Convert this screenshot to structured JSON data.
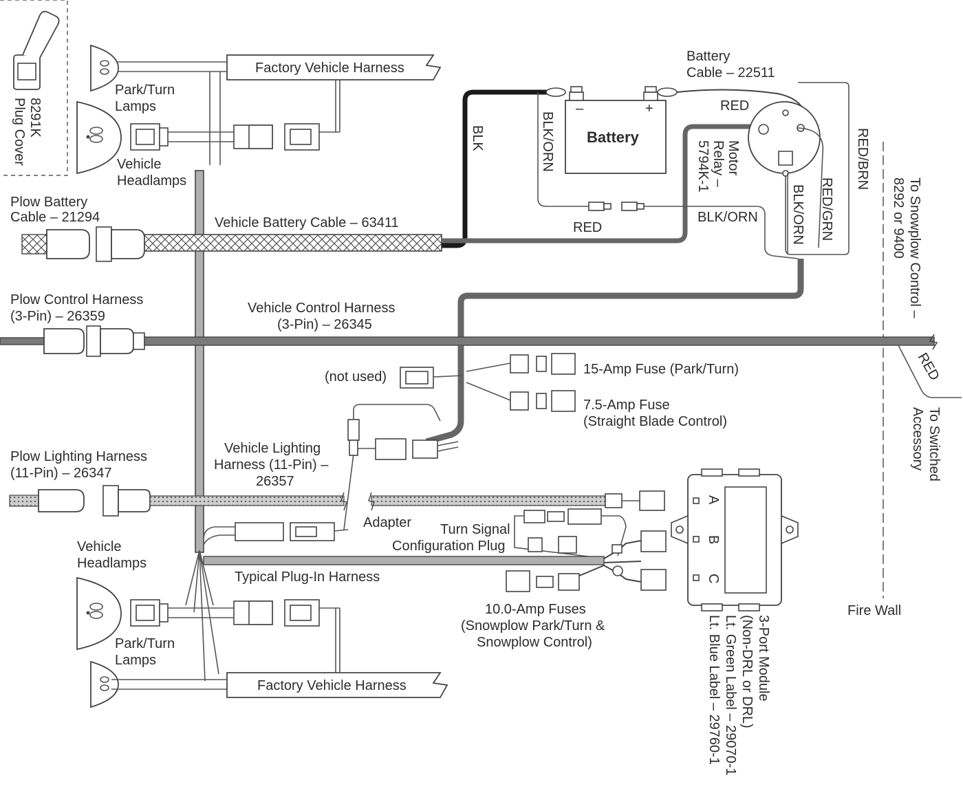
{
  "labels": {
    "plug_cover_id": "8291K",
    "plug_cover_name": "Plug Cover",
    "factory_harness_top": "Factory Vehicle Harness",
    "park_turn_lamps_top_1": "Park/Turn",
    "park_turn_lamps_top_2": "Lamps",
    "vehicle_headlamps_top_1": "Vehicle",
    "vehicle_headlamps_top_2": "Headlamps",
    "battery_cable_1": "Battery",
    "battery_cable_2": "Cable – 22511",
    "battery": "Battery",
    "minus": "–",
    "plus": "+",
    "red_top": "RED",
    "blk": "BLK",
    "blk_orn_left": "BLK/ORN",
    "motor_relay_1": "Motor",
    "motor_relay_2": "Relay –",
    "motor_relay_3": "5794K-1",
    "red_brn": "RED/BRN",
    "red_grn": "RED/GRN",
    "blk_orn_right": "BLK/ORN",
    "blk_orn_mid": "BLK/ORN",
    "red_mid": "RED",
    "to_snowplow_1": "To Snowplow Control –",
    "to_snowplow_2": "8292 or 9400",
    "plow_battery_cable_1": "Plow Battery",
    "plow_battery_cable_2": "Cable – 21294",
    "vehicle_battery_cable": "Vehicle Battery Cable – 63411",
    "plow_control_harness_1": "Plow Control Harness",
    "plow_control_harness_2": "(3-Pin) – 26359",
    "vehicle_control_harness_1": "Vehicle Control Harness",
    "vehicle_control_harness_2": "(3-Pin) – 26345",
    "red_right": "RED",
    "not_used": "(not used)",
    "fuse_15": "15-Amp Fuse (Park/Turn)",
    "fuse_75_1": "7.5-Amp Fuse",
    "fuse_75_2": "(Straight Blade Control)",
    "to_switched_1": "To Switched",
    "to_switched_2": "Accessory",
    "plow_lighting_1": "Plow Lighting Harness",
    "plow_lighting_2": "(11-Pin) – 26347",
    "vehicle_lighting_1": "Vehicle Lighting",
    "vehicle_lighting_2": "Harness (11-Pin) –",
    "vehicle_lighting_3": "26357",
    "adapter": "Adapter",
    "turn_signal_1": "Turn Signal",
    "turn_signal_2": "Configuration Plug",
    "port_a": "A",
    "port_b": "B",
    "port_c": "C",
    "vehicle_headlamps_bot_1": "Vehicle",
    "vehicle_headlamps_bot_2": "Headlamps",
    "typical_plugin": "Typical Plug-In Harness",
    "fuse_10_1": "10.0-Amp Fuses",
    "fuse_10_2": "(Snowplow Park/Turn &",
    "fuse_10_3": "Snowplow Control)",
    "fire_wall": "Fire Wall",
    "park_turn_lamps_bot_1": "Park/Turn",
    "park_turn_lamps_bot_2": "Lamps",
    "factory_harness_bot": "Factory Vehicle Harness",
    "module_1": "3-Port Module",
    "module_2": "(Non-DRL or DRL)",
    "module_3": "Lt. Green Label – 29070-1",
    "module_4": "Lt. Blue Label – 29760-1"
  },
  "colors": {
    "line": "#444444",
    "dark_cable": "#1a1a1a",
    "harness_fill": "#b0b0b0",
    "text": "#2d2d2d"
  }
}
